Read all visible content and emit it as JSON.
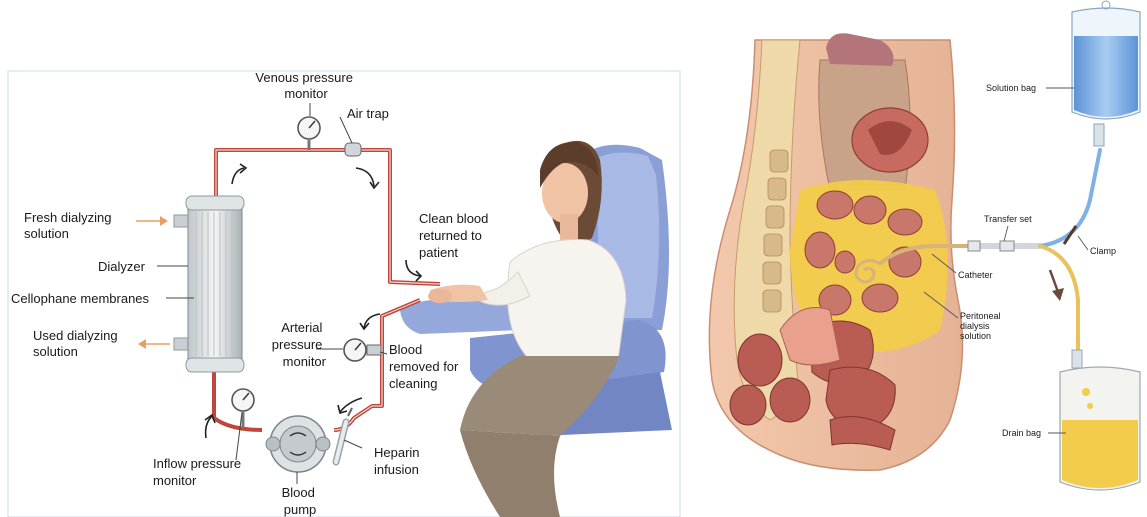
{
  "hemodialysis": {
    "labels": {
      "venous_pressure_monitor": [
        "Venous pressure",
        "monitor"
      ],
      "air_trap": "Air trap",
      "fresh_dialyzing_solution": [
        "Fresh dialyzing",
        "solution"
      ],
      "dialyzer": "Dialyzer",
      "cellophane_membranes": "Cellophane membranes",
      "used_dialyzing_solution": [
        "Used dialyzing",
        "solution"
      ],
      "clean_blood_returned": [
        "Clean blood",
        "returned to",
        "patient"
      ],
      "arterial_pressure_monitor": [
        "Arterial",
        "pressure",
        "monitor"
      ],
      "blood_removed": [
        "Blood",
        "removed for",
        "cleaning"
      ],
      "inflow_pressure_monitor": [
        "Inflow pressure",
        "monitor"
      ],
      "blood_pump": [
        "Blood",
        "pump"
      ],
      "heparin_infusion": [
        "Heparin",
        "infusion"
      ]
    }
  },
  "peritoneal": {
    "labels": {
      "solution_bag": "Solution bag",
      "transfer_set": "Transfer set",
      "clamp": "Clamp",
      "catheter": "Catheter",
      "peritoneal_dialysis_solution": [
        "Peritoneal",
        "dialysis",
        "solution"
      ],
      "drain_bag": "Drain bag"
    }
  },
  "colors": {
    "blood_tube": "#c0463c",
    "arrow_fresh": "#e8a060",
    "fluid_yellow": "#f2cc4a",
    "chair_blue": "#8a9fd6",
    "solution_blue": "#7fb0e6",
    "skin": "#efc3a4"
  }
}
